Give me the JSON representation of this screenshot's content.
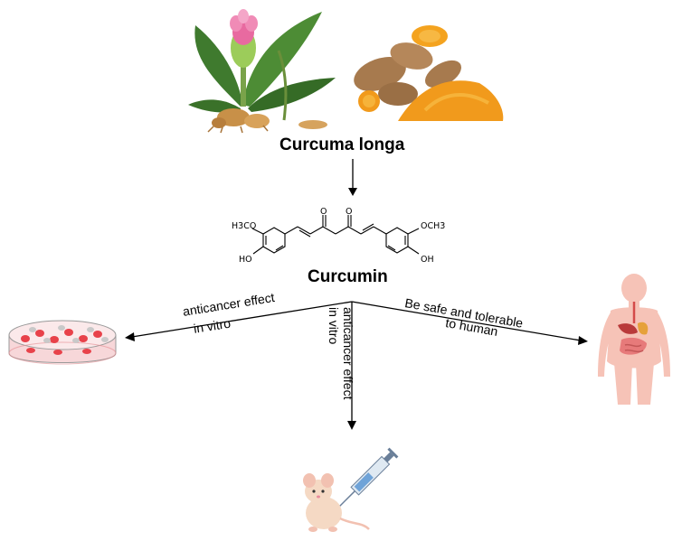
{
  "plant_name": "Curcuma longa",
  "compound_name": "Curcumin",
  "structure_labels": {
    "methoxy_left": "H3CO",
    "methoxy_right": "OCH3",
    "hydroxy_left": "HO",
    "hydroxy_right": "OH",
    "carbonyl_1": "O",
    "carbonyl_2": "O"
  },
  "branches": {
    "left": {
      "line1": "anticancer effect",
      "line2": "in vitro"
    },
    "down": {
      "line1": "anticancer effect",
      "line2": "in vitro"
    },
    "right": {
      "line1": "Be safe and tolerable",
      "line2": "to human"
    }
  },
  "colors": {
    "turmeric_orange": "#f19a1c",
    "body_pink": "#f6c3b7",
    "dish_red": "#e8424a",
    "leaf_green": "#3f7a2e"
  },
  "icons": [
    "turmeric-plant-icon",
    "turmeric-root-powder-icon",
    "petri-dish-icon",
    "mouse-syringe-icon",
    "human-body-icon"
  ]
}
